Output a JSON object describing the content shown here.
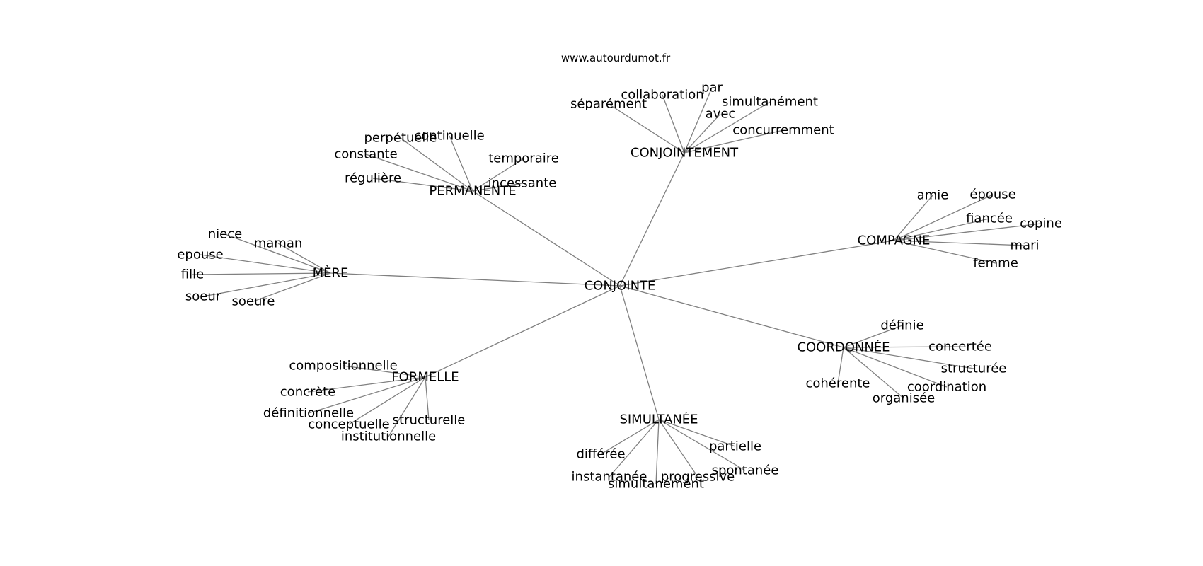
{
  "source_text": "www.autourdumot.fr",
  "center": "CONJOINTE",
  "clusters": [
    {
      "hub": "CONJOINTEMENT",
      "leaves": [
        "séparément",
        "collaboration",
        "par",
        "simultanément",
        "avec",
        "concurremment"
      ]
    },
    {
      "hub": "PERMANENTE",
      "leaves": [
        "perpétuelle",
        "continuelle",
        "constante",
        "temporaire",
        "régulière",
        "incessante"
      ]
    },
    {
      "hub": "COMPAGNE",
      "leaves": [
        "amie",
        "épouse",
        "fiancée",
        "copine",
        "mari",
        "femme"
      ]
    },
    {
      "hub": "MÈRE",
      "leaves": [
        "niece",
        "maman",
        "epouse",
        "fille",
        "soeur",
        "soeure"
      ]
    },
    {
      "hub": "COORDONNÉE",
      "leaves": [
        "définie",
        "concertée",
        "structurée",
        "cohérente",
        "coordination",
        "organisée"
      ]
    },
    {
      "hub": "FORMELLE",
      "leaves": [
        "compositionnelle",
        "concrète",
        "définitionnelle",
        "conceptuelle",
        "structurelle",
        "institutionnelle"
      ]
    },
    {
      "hub": "SIMULTANÉE",
      "leaves": [
        "différée",
        "partielle",
        "instantanée",
        "progressive",
        "spontanée",
        "simultanément"
      ]
    }
  ]
}
